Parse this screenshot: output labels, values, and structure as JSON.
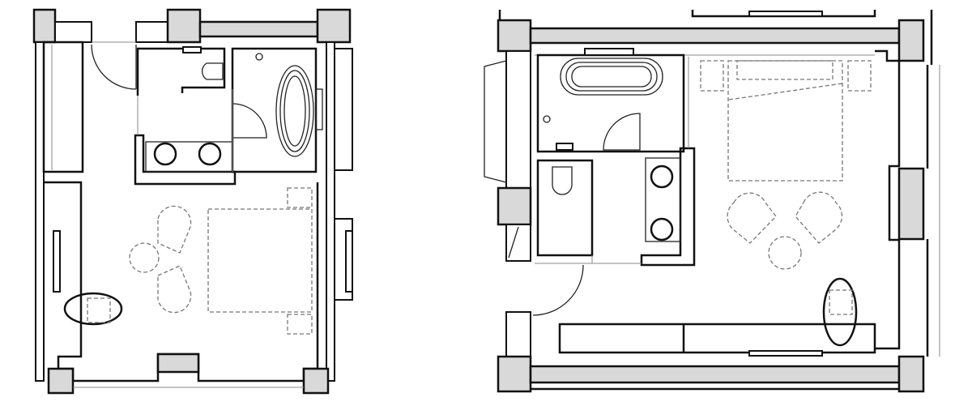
{
  "colors": {
    "wall_fill": "#d9d9d9",
    "line": "#111111",
    "furniture_dashed": "#777777",
    "background": "#ffffff"
  },
  "plans": [
    {
      "id": "plan-left",
      "orientation": "portrait"
    },
    {
      "id": "plan-right",
      "orientation": "landscape"
    }
  ]
}
